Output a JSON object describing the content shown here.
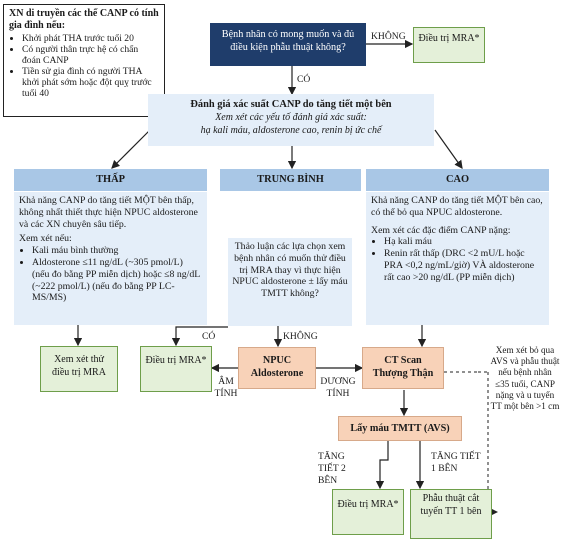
{
  "genetic_box": {
    "title": "XN di truyền các thể CANP có tính gia đình nếu:",
    "items": [
      "Khởi phát THA trước tuổi 20",
      "Có người thân trực hệ có chẩn đoán CANP",
      "Tiền sử gia đình có người THA khởi phát sớm hoặc đột quỵ trước tuổi 40"
    ]
  },
  "start_question": "Bệnh nhân có mong muốn và đủ điều kiện phẫu thuật không?",
  "no_label_top": "KHÔNG",
  "mra_top": "Điều trị MRA*",
  "yes_label": "CÓ",
  "assess": {
    "title": "Đánh giá xác suất CANP do tăng tiết một bên",
    "subtitle": "Xem xét các yếu tố đánh giá xác suất:",
    "factors": "hạ kali máu, aldosterone cao, renin bị ức chế"
  },
  "low": {
    "header": "THẤP",
    "intro": "Khả năng CANP do tăng tiết MỘT bên thấp, không nhất thiết thực hiện NPUC aldosterone và các XN chuyên sâu tiếp.",
    "consider": "Xem xét nếu:",
    "items": [
      "Kali máu bình thường",
      "Aldosterone ≤11 ng/dL (~305 pmol/L) (nếu đo bằng PP miễn dịch) hoặc ≤8 ng/dL (~222 pmol/L) (nếu đo bằng PP LC-MS/MS)"
    ]
  },
  "mid": {
    "header": "TRUNG BÌNH",
    "text": "Thảo luận các lựa chọn xem bệnh nhân có muốn thử điều trị MRA thay vì thực hiện NPUC aldosterone ± lấy máu TMTT không?"
  },
  "high": {
    "header": "CAO",
    "intro": "Khả năng CANP do tăng tiết MỘT bên cao, có thể bỏ qua NPUC aldosterone.",
    "consider": "Xem xét các đặc điểm CANP nặng:",
    "items": [
      "Hạ kali máu",
      "Renin rất thấp (DRC <2 mU/L hoặc PRA <0,2 ng/mL/giờ) VÀ aldosterone rất cao >20 ng/dL (PP miễn dịch)"
    ]
  },
  "co_label": "CÓ",
  "khong_label": "KHÔNG",
  "follow_mra": "Xem xét thử điều trị MRA",
  "mra_mid": "Điều trị MRA*",
  "npuc": "NPUC Aldosterone",
  "am_tinh": "ÂM TÍNH",
  "duong_tinh": "DƯƠNG TÍNH",
  "ct": "CT Scan Thượng Thận",
  "avs_note": "Xem xét bỏ qua AVS và phẫu thuật nếu bệnh nhân ≤35 tuổi, CANP nặng và u tuyến TT một bên >1 cm",
  "avs": "Lấy máu TMTT (AVS)",
  "bilateral": "TĂNG TIẾT 2 BÊN",
  "unilateral": "TĂNG TIẾT 1 BÊN",
  "mra_bottom": "Điều trị MRA*",
  "surgery": "Phẫu thuật cắt tuyến TT 1 bên",
  "colors": {
    "navy": "#1f3d6b",
    "header_blue": "#a9c7e6",
    "light_blue": "#e4eef9",
    "green": "#e4f0d9",
    "green_border": "#6e9e4a",
    "peach": "#f8d2b8",
    "arrow": "#222222"
  }
}
